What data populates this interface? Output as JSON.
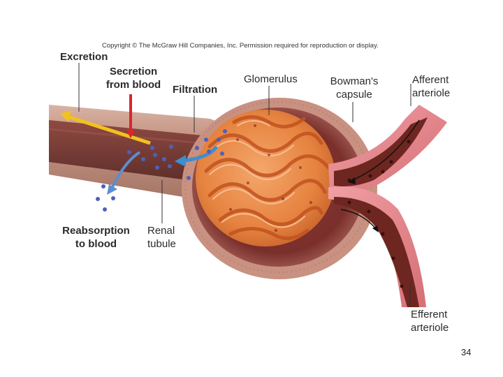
{
  "slide": {
    "copyright": "Copyright © The McGraw Hill Companies, Inc. Permission required for reproduction or display.",
    "page_number": "34"
  },
  "labels": {
    "excretion": "Excretion",
    "secretion_line1": "Secretion",
    "secretion_line2": "from blood",
    "filtration": "Filtration",
    "glomerulus": "Glomerulus",
    "bowmans_line1": "Bowman's",
    "bowmans_line2": "capsule",
    "afferent_line1": "Afferent",
    "afferent_line2": "arteriole",
    "reabsorption_line1": "Reabsorption",
    "reabsorption_line2": "to blood",
    "renal_line1": "Renal",
    "renal_line2": "tubule",
    "efferent_line1": "Efferent",
    "efferent_line2": "arteriole"
  },
  "colors": {
    "excretion_arrow": "#f2c21b",
    "secretion_arrow": "#d8262b",
    "filtration_arrow": "#3b8fd0",
    "reabsorption_arrow": "#5a8fd0",
    "tubule_wall": "#b98a7a",
    "tubule_lumen": "#7a3f38",
    "capsule_wall": "#c99a8a",
    "glomerulus": "#e8894a",
    "vessel_wall": "#e07f84",
    "vessel_lumen": "#6e2620",
    "solute_dot": "#5060b8"
  }
}
